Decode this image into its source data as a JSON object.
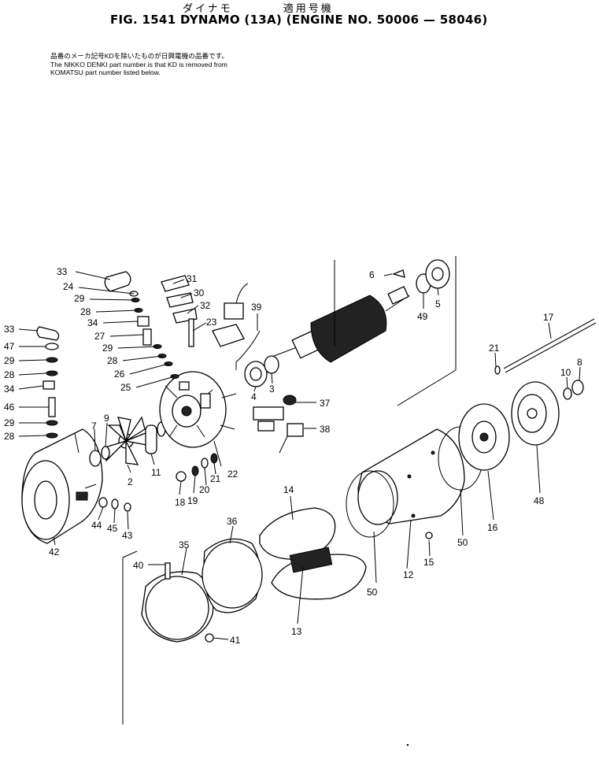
{
  "header": {
    "jp_title": "ダイナモ　　　　適用号機",
    "fig_title": "FIG. 1541  DYNAMO (13A) (ENGINE NO. 50006 — 58046)"
  },
  "note": {
    "line1": "品番のメーカ記号KDを除いたものが日興電機の品番です。",
    "line2": "The NIKKO DENKI part number is that KD is removed from",
    "line3": "KOMATSU part number listed below."
  },
  "callouts": [
    "33",
    "24",
    "29",
    "28",
    "34",
    "27",
    "29",
    "28",
    "26",
    "25",
    "31",
    "30",
    "32",
    "23",
    "39",
    "6",
    "5",
    "49",
    "17",
    "21",
    "10",
    "8",
    "33",
    "47",
    "29",
    "28",
    "34",
    "46",
    "29",
    "28",
    "7",
    "9",
    "2",
    "11",
    "4",
    "3",
    "37",
    "38",
    "22",
    "18",
    "19",
    "20",
    "21",
    "42",
    "44",
    "45",
    "43",
    "14",
    "40",
    "35",
    "36",
    "41",
    "13",
    "50",
    "12",
    "15",
    "50",
    "16",
    "48"
  ],
  "palette": {
    "ink": "#000000",
    "paper": "#ffffff"
  }
}
